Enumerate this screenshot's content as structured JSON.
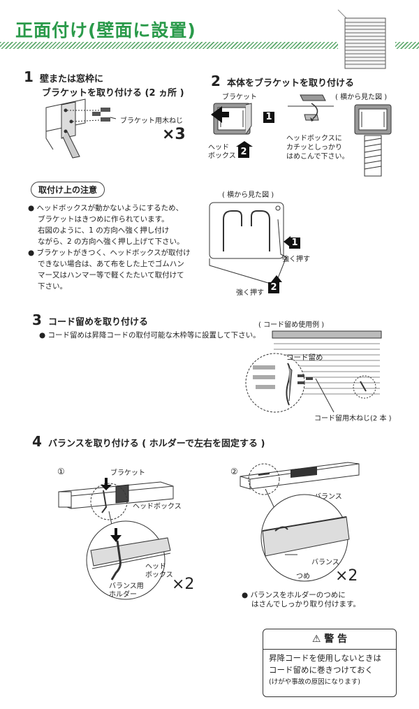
{
  "title": "正面付け(壁面に設置)",
  "step1": {
    "num": "1",
    "line1": "壁または窓枠に",
    "line2": "ブラケットを取り付ける (2 ヵ所 )",
    "screw_label": "ブラケット用木ねじ",
    "count": "×3"
  },
  "step2": {
    "num": "2",
    "heading": "本体をブラケットを取り付ける",
    "bracket_label": "ブラケット",
    "side_view": "( 横から見た図 )",
    "headbox_label1": "ヘッド",
    "headbox_label2": "ボックス",
    "badge1": "1",
    "badge2": "2",
    "note_line1": "ヘッドボックスに",
    "note_line2": "カチッとしっかり",
    "note_line3": "はめこんで下さい。"
  },
  "caution": {
    "heading": "取付け上の注意",
    "bullet1_lines": [
      "ヘッドボックスが動かないようにするため、",
      "ブラケットはきつめに作られています。",
      "右図のように、1 の方向へ強く押し付け",
      "ながら、2 の方向へ強く押し上げて下さい。"
    ],
    "bullet2_lines": [
      "ブラケットがきつく、ヘッドボックスが取付け",
      "できない場合は、あて布をした上でゴムハン",
      "マー又はハンマー等で軽くたたいて取付けて",
      "下さい。"
    ],
    "side_view": "( 横から見た図 )",
    "push1": "強く押す",
    "push2": "強く押す",
    "badge1": "1",
    "badge2": "2"
  },
  "step3": {
    "num": "3",
    "heading": "コード留めを取り付ける",
    "bullet": "コード留めは昇降コードの取付可能な木枠等に設置して下さい。",
    "example": "( コード留め使用例 )",
    "cord_label": "コード留め",
    "screw_label": "コード留用木ねじ(2 本 )"
  },
  "step4": {
    "num": "4",
    "heading": "バランスを取り付ける ( ホルダーで左右を固定する )",
    "fig1_mark": "①",
    "fig1_bracket": "ブラケット",
    "fig1_headbox": "ヘッドボックス",
    "fig1_headbox2_1": "ヘッド",
    "fig1_headbox2_2": "ボックス",
    "fig1_holder1": "バランス用",
    "fig1_holder2": "ホルダー",
    "fig1_count": "×2",
    "fig2_mark": "②",
    "fig2_balance": "バランス",
    "fig2_balance2": "バランス",
    "fig2_tsume": "つめ",
    "fig2_count": "×2",
    "fig2_note1": "バランスをホルダーのつめに",
    "fig2_note2": "はさんでしっかり取り付けます。"
  },
  "warning": {
    "heading": "警 告",
    "line1": "昇降コードを使用しないときは",
    "line2": "コード留めに巻きつけておく",
    "line3": "(けがや事故の原因になります)"
  },
  "colors": {
    "title_green": "#2a9a4a",
    "hatch": "#5aa86a",
    "gray_fill": "#bdbdbd"
  }
}
